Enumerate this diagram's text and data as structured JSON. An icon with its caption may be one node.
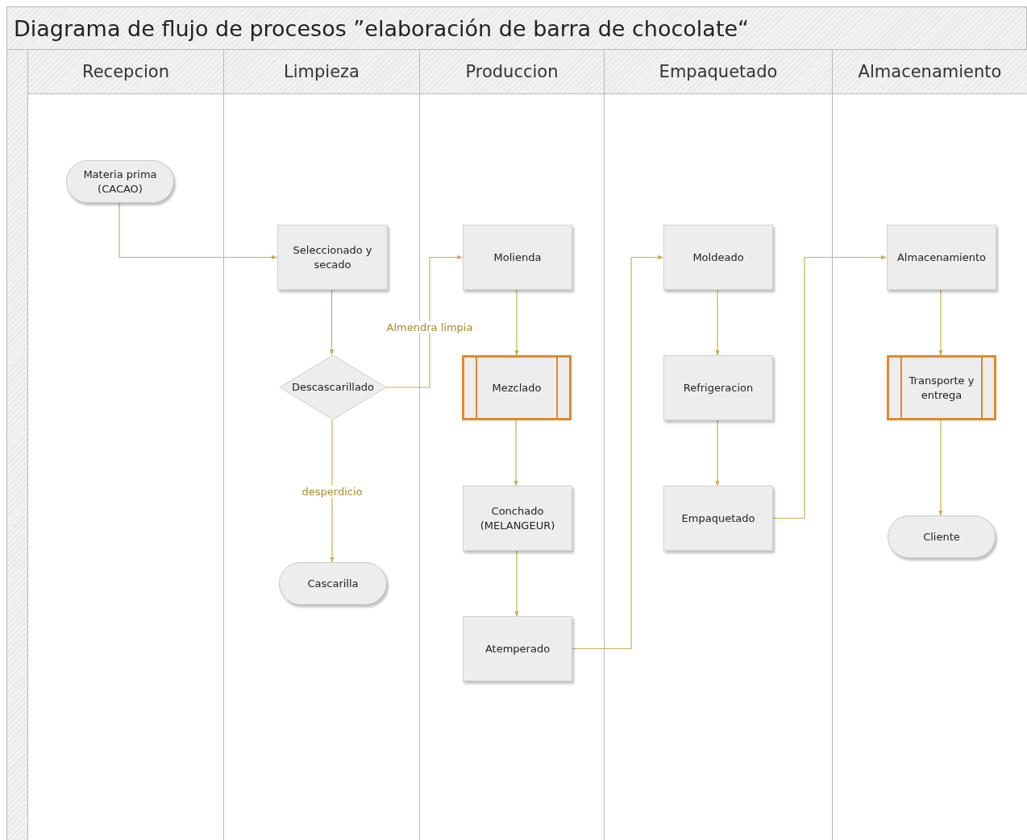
{
  "diagram": {
    "title": "Diagrama de flujo de procesos ”elaboración de barra de chocolate“",
    "nodes": [
      {
        "text": [
          "Recepcion"
        ]
      },
      {
        "text": [
          "Limpieza"
        ]
      },
      {
        "text": [
          "Produccion"
        ]
      },
      {
        "text": [
          "Empaquetado"
        ]
      },
      {
        "text": [
          "Almacenamiento"
        ]
      },
      {
        "text": [
          "Materia prima (CACAO)"
        ],
        "in": 0
      },
      {
        "text": [
          "Seleccionado y secado"
        ],
        "in": 1
      },
      {
        "text": [
          "Descascarillado"
        ],
        "in": 1
      },
      {
        "text": [
          "Cascarilla"
        ],
        "in": 1
      },
      {
        "text": [
          "Molienda"
        ],
        "in": 2
      },
      {
        "text": [
          "Mezclado"
        ],
        "in": 2
      },
      {
        "text": [
          "Conchado (MELANGEUR)"
        ],
        "in": 2
      },
      {
        "text": [
          "Atemperado"
        ],
        "in": 2
      },
      {
        "text": [
          "Moldeado"
        ],
        "in": 3
      },
      {
        "text": [
          "Refrigeracion"
        ],
        "in": 3
      },
      {
        "text": [
          "Empaquetado"
        ],
        "in": 3
      },
      {
        "text": [
          "Almacenamiento"
        ],
        "in": 4
      },
      {
        "text": [
          "Transporte y entrega"
        ],
        "in": 4
      },
      {
        "text": [
          "Cliente"
        ],
        "in": 4
      }
    ],
    "edges": [
      {
        "from": 5,
        "to": 6,
        "arrow": "to"
      },
      {
        "from": 6,
        "to": 7,
        "arrow": "to"
      },
      {
        "from": 7,
        "to": 9,
        "arrow": "to",
        "label": "Almendra limpia"
      },
      {
        "from": 7,
        "to": 8,
        "arrow": "to",
        "label": "desperdicio"
      },
      {
        "from": 9,
        "to": 10,
        "arrow": "to"
      },
      {
        "from": 10,
        "to": 11,
        "arrow": "to"
      },
      {
        "from": 11,
        "to": 12,
        "arrow": "to"
      },
      {
        "from": 12,
        "to": 13,
        "arrow": "to"
      },
      {
        "from": 13,
        "to": 14,
        "arrow": "to"
      },
      {
        "from": 14,
        "to": 15,
        "arrow": "to"
      },
      {
        "from": 15,
        "to": 16,
        "arrow": "to"
      },
      {
        "from": 16,
        "to": 17,
        "arrow": "to"
      },
      {
        "from": 17,
        "to": 18,
        "arrow": "to"
      }
    ]
  }
}
